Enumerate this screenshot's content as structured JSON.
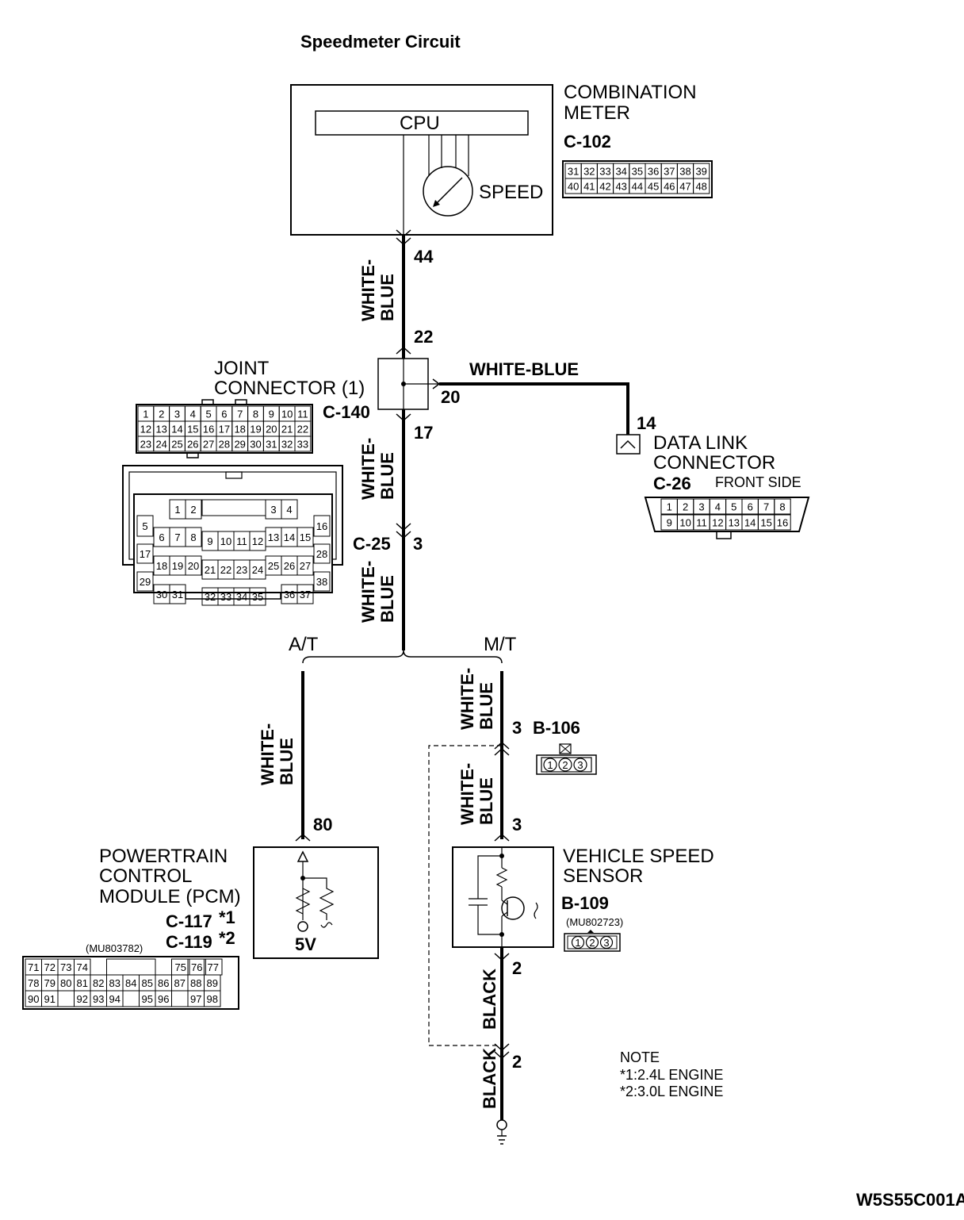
{
  "title": "Speedmeter Circuit",
  "footer_code": "W5S55C001A",
  "combination_meter": {
    "label_line1": "COMBINATION",
    "label_line2": "METER",
    "connector": "C-102",
    "cpu_label": "CPU",
    "gauge_label": "SPEED",
    "pin_row1": [
      "31",
      "32",
      "33",
      "34",
      "35",
      "36",
      "37",
      "38",
      "39"
    ],
    "pin_row2": [
      "40",
      "41",
      "42",
      "43",
      "44",
      "45",
      "46",
      "47",
      "48"
    ]
  },
  "joint_connector": {
    "label_line1": "JOINT",
    "label_line2": "CONNECTOR (1)",
    "connector": "C-140",
    "pin_rows": [
      [
        "1",
        "2",
        "3",
        "4",
        "5",
        "6",
        "7",
        "8",
        "9",
        "10",
        "11"
      ],
      [
        "12",
        "13",
        "14",
        "15",
        "16",
        "17",
        "18",
        "19",
        "20",
        "21",
        "22"
      ],
      [
        "23",
        "24",
        "25",
        "26",
        "27",
        "28",
        "29",
        "30",
        "31",
        "32",
        "33"
      ]
    ]
  },
  "c25_connector": {
    "label": "C-25",
    "pins": [
      "1",
      "2",
      "3",
      "4",
      "5",
      "6",
      "7",
      "8",
      "9",
      "10",
      "11",
      "12",
      "13",
      "14",
      "15",
      "16",
      "17",
      "18",
      "19",
      "20",
      "21",
      "22",
      "23",
      "24",
      "25",
      "26",
      "27",
      "28",
      "29",
      "30",
      "31",
      "32",
      "33",
      "34",
      "35",
      "36",
      "37",
      "38"
    ]
  },
  "data_link_connector": {
    "label_line1": "DATA LINK",
    "label_line2": "CONNECTOR",
    "connector": "C-26",
    "side": "FRONT SIDE",
    "pin_row1": [
      "1",
      "2",
      "3",
      "4",
      "5",
      "6",
      "7",
      "8"
    ],
    "pin_row2": [
      "9",
      "10",
      "11",
      "12",
      "13",
      "14",
      "15",
      "16"
    ]
  },
  "pcm": {
    "label_line1": "POWERTRAIN",
    "label_line2": "CONTROL",
    "label_line3": "MODULE (PCM)",
    "connector1": "C-117",
    "connector1_mark": "*1",
    "connector2": "C-119",
    "connector2_mark": "*2",
    "part_no": "(MU803782)",
    "voltage": "5V",
    "pin_row1": [
      "71",
      "72",
      "73",
      "74",
      "",
      "75",
      "76",
      "77"
    ],
    "pin_row2": [
      "78",
      "79",
      "80",
      "81",
      "82",
      "83",
      "84",
      "85",
      "86",
      "87",
      "88",
      "89"
    ],
    "pin_row3": [
      "90",
      "91",
      "",
      "92",
      "93",
      "94",
      "",
      "95",
      "96",
      "",
      "97",
      "98"
    ]
  },
  "vehicle_speed_sensor": {
    "label_line1": "VEHICLE SPEED",
    "label_line2": "SENSOR",
    "connector": "B-109",
    "part_no": "(MU802723)",
    "pins": [
      "1",
      "2",
      "3"
    ]
  },
  "b106": {
    "connector": "B-106",
    "pins": [
      "1",
      "2",
      "3"
    ]
  },
  "wires": {
    "white_blue": "WHITE-BLUE",
    "white_blue_l1": "WHITE-",
    "white_blue_l2": "BLUE",
    "black": "BLACK"
  },
  "pin_labels": {
    "p44": "44",
    "p22": "22",
    "p20": "20",
    "p17": "17",
    "p14": "14",
    "p3_c25": "3",
    "p80": "80",
    "p3_b106": "3",
    "p3_b109": "3",
    "p2_b109": "2",
    "p2_gnd": "2"
  },
  "branches": {
    "at": "A/T",
    "mt": "M/T"
  },
  "note": {
    "title": "NOTE",
    "line1": "*1:2.4L ENGINE",
    "line2": "*2:3.0L ENGINE"
  }
}
